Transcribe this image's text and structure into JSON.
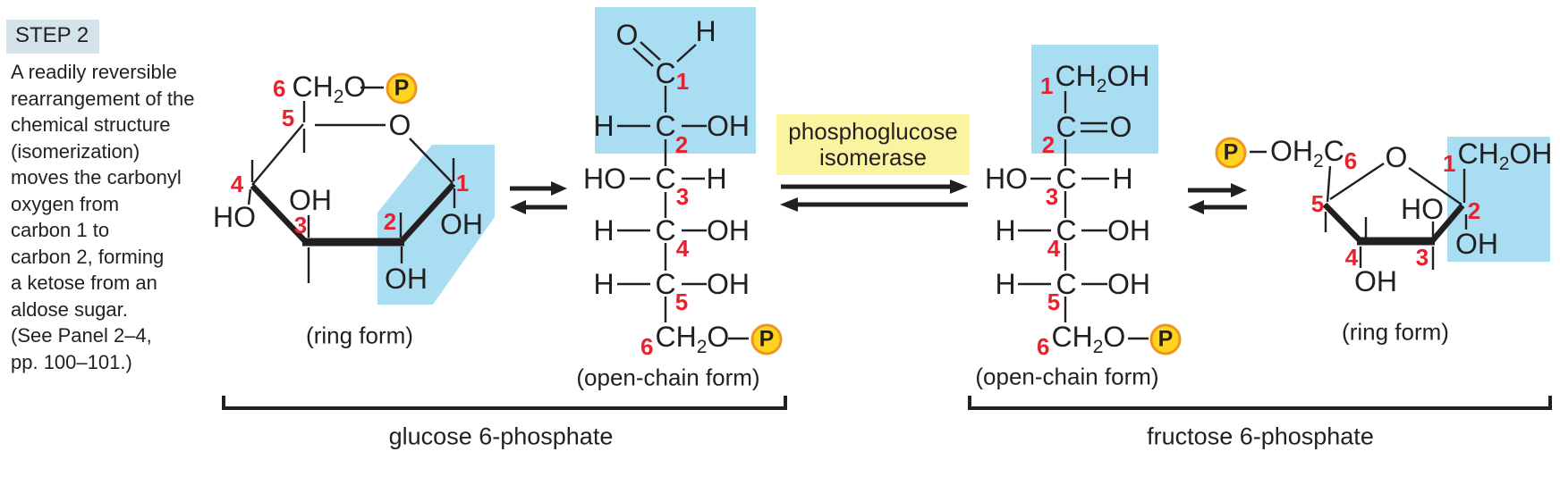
{
  "colors": {
    "ink": "#231f20",
    "red": "#e8212e",
    "highlight": "#a9def2",
    "enzyme-bg": "#faf4a0",
    "phosphate-fill": "#ffd41e",
    "phosphate-border": "#f0941f",
    "badge-bg": "#d4e3ea"
  },
  "step": {
    "label": "STEP 2"
  },
  "description": "A readily reversible\nrearrangement of the\nchemical structure\n(isomerization)\nmoves the carbonyl\noxygen from\ncarbon 1 to\ncarbon 2, forming\na ketose from an\naldose sugar.\n(See Panel 2–4,\npp. 100–101.)",
  "enzyme": {
    "line1": "phosphoglucose",
    "line2": "isomerase"
  },
  "glucose": {
    "bracket_label": "glucose 6-phosphate",
    "ring": {
      "caption": "(ring form)",
      "ring_oxygen": "O",
      "phosphate": "P",
      "c6_group": {
        "num": "6",
        "main": "CH",
        "sub": "2",
        "tail": "O"
      },
      "numbers": {
        "c1": "1",
        "c2": "2",
        "c3": "3",
        "c4": "4",
        "c5": "5"
      },
      "groups": {
        "c1_oh": "OH",
        "c2_oh": "OH",
        "c3_oh": "OH",
        "c4_ho": "HO"
      }
    },
    "chain": {
      "caption": "(open-chain form)",
      "phosphate": "P",
      "c1": {
        "num": "1",
        "atom": "C",
        "oxygen": "O",
        "hydrogen": "H"
      },
      "c2": {
        "num": "2",
        "left": "H",
        "atom": "C",
        "right": "OH"
      },
      "c3": {
        "num": "3",
        "left": "HO",
        "atom": "C",
        "right": "H"
      },
      "c4": {
        "num": "4",
        "left": "H",
        "atom": "C",
        "right": "OH"
      },
      "c5": {
        "num": "5",
        "left": "H",
        "atom": "C",
        "right": "OH"
      },
      "c6_group": {
        "num": "6",
        "main": "CH",
        "sub": "2",
        "tail": "O"
      }
    }
  },
  "fructose": {
    "bracket_label": "fructose 6-phosphate",
    "chain": {
      "caption": "(open-chain form)",
      "phosphate": "P",
      "c1_group": {
        "num": "1",
        "main": "CH",
        "sub": "2",
        "tail": "OH"
      },
      "c2": {
        "num": "2",
        "atom": "C",
        "oxygen": "O"
      },
      "c3": {
        "num": "3",
        "left": "HO",
        "atom": "C",
        "right": "H"
      },
      "c4": {
        "num": "4",
        "left": "H",
        "atom": "C",
        "right": "OH"
      },
      "c5": {
        "num": "5",
        "left": "H",
        "atom": "C",
        "right": "OH"
      },
      "c6_group": {
        "num": "6",
        "main": "CH",
        "sub": "2",
        "tail": "O"
      }
    },
    "ring": {
      "caption": "(ring form)",
      "ring_oxygen": "O",
      "phosphate": "P",
      "c6_group": {
        "main": "OH",
        "sub": "2",
        "tail": "C",
        "num": "6"
      },
      "c1_group": {
        "num": "1",
        "main": "CH",
        "sub": "2",
        "tail": "OH"
      },
      "numbers": {
        "c2": "2",
        "c3": "3",
        "c4": "4",
        "c5": "5"
      },
      "groups": {
        "c2_oh": "OH",
        "c3_ho": "HO",
        "c4_oh": "OH"
      }
    }
  }
}
